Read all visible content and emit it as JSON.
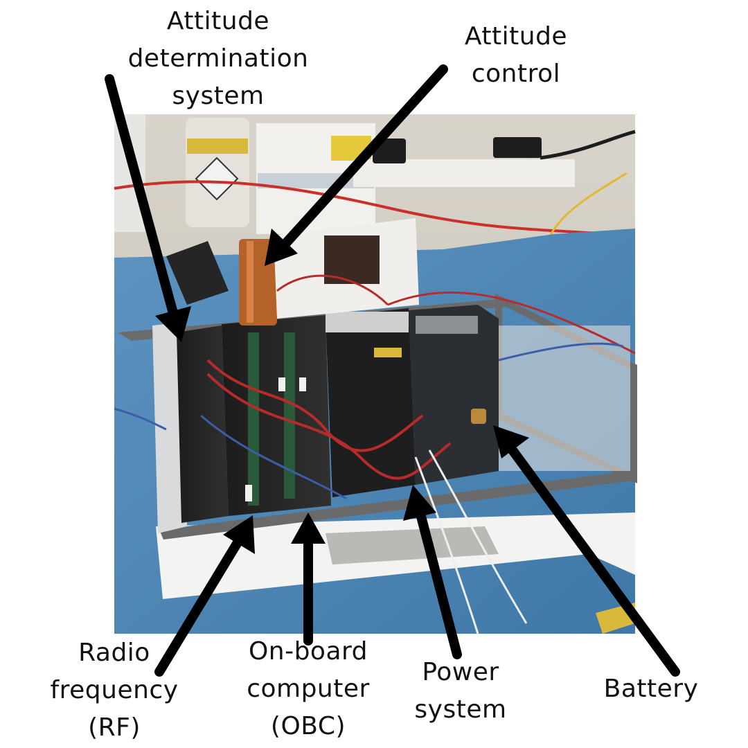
{
  "labels": {
    "attitude_determination": [
      "Attitude",
      "determination",
      "system"
    ],
    "attitude_control": [
      "Attitude",
      "control"
    ],
    "radio_frequency": [
      "Radio",
      "frequency",
      "(RF)"
    ],
    "on_board_computer": [
      "On-board",
      "computer",
      "(OBC)"
    ],
    "power_system": [
      "Power",
      "system"
    ],
    "battery": [
      "Battery"
    ]
  },
  "colors": {
    "arrow": "#000000",
    "label": "#111111",
    "table": "#4f86b4",
    "bench": "#d7d2c8"
  }
}
